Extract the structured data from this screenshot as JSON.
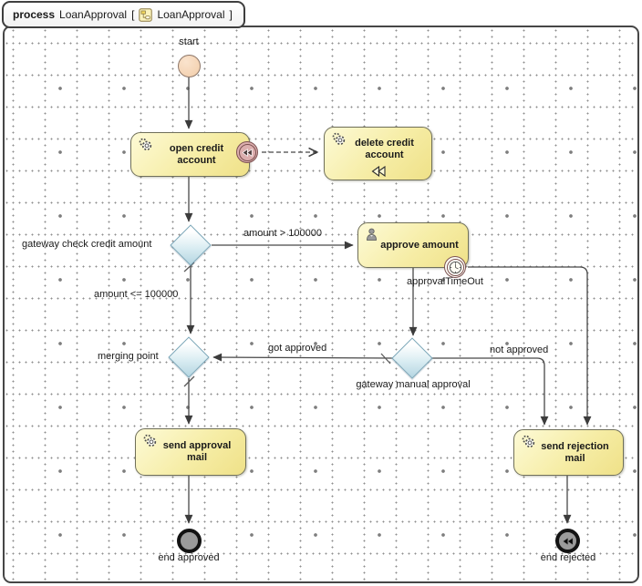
{
  "window": {
    "tab": {
      "kind": "process",
      "name": "LoanApproval",
      "open_bracket": "[",
      "ref_name": "LoanApproval",
      "close_bracket": "]"
    }
  },
  "diagram": {
    "events": {
      "start": {
        "label": "start"
      },
      "end_approved": {
        "label": "end approved"
      },
      "end_rejected": {
        "label": "end rejected"
      },
      "timer_boundary": {
        "label": "approvalTimeOut"
      }
    },
    "tasks": {
      "open_credit": {
        "label": "open credit account"
      },
      "delete_credit": {
        "label": "delete credit account"
      },
      "approve_amount": {
        "label": "approve amount"
      },
      "send_approval": {
        "label": "send approval mail"
      },
      "send_rejection": {
        "label": "send rejection mail"
      }
    },
    "gateways": {
      "check_credit": {
        "label": "gateway check credit amount"
      },
      "merging": {
        "label": "merging point"
      },
      "manual_approval": {
        "label": "gateway manual approval"
      }
    },
    "flows": {
      "amount_gt": {
        "label": "amount > 100000"
      },
      "amount_le": {
        "label": "amount <= 100000"
      },
      "got_approved": {
        "label": "got approved"
      },
      "not_approved": {
        "label": "not approved"
      }
    },
    "colors": {
      "task_fill": "#f6eda6",
      "task_border": "#70705a",
      "gateway_fill": "#b5d6e2",
      "gateway_border": "#7aa6b8",
      "start_fill": "#f2cda9",
      "boundary_fill": "#dcaeae",
      "boundary_ring": "#7c5151",
      "end_fill": "#9b9b9b",
      "end_ring": "#131313",
      "line": "#474747"
    }
  }
}
